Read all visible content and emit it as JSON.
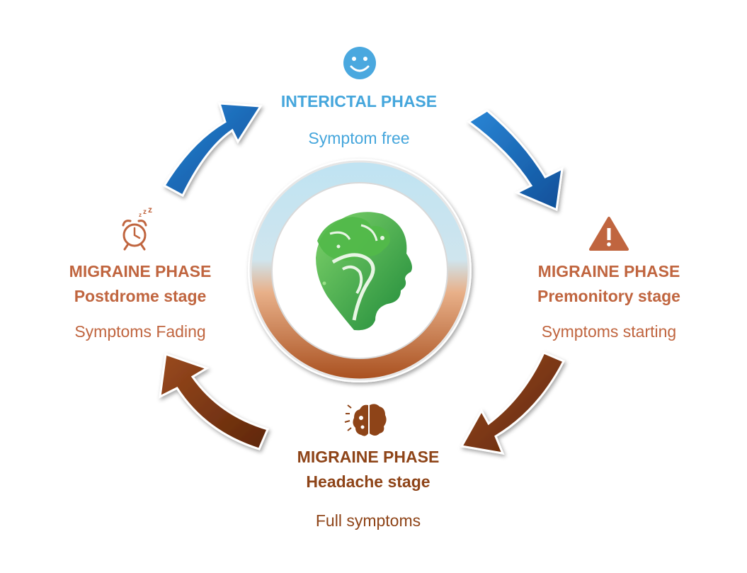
{
  "colors": {
    "interictal": "#45a6dc",
    "premonitory": "#c0653f",
    "headache": "#8e4418",
    "postdrome": "#c0653f",
    "arrow_blue": "#1a66b4",
    "arrow_brown": "#7a3512",
    "ring_top": "#a9d8ec",
    "ring_bottom": "#b25a2a",
    "head_green": "#3fae4a"
  },
  "center": {
    "icon": "brain-head-icon"
  },
  "phases": [
    {
      "id": "interictal",
      "icon": "smiley-icon",
      "title_lines": [
        "INTERICTAL PHASE"
      ],
      "description": "Symptom free"
    },
    {
      "id": "premonitory",
      "icon": "warning-icon",
      "title_lines": [
        "MIGRAINE PHASE",
        "Premonitory stage"
      ],
      "description": "Symptoms starting"
    },
    {
      "id": "headache",
      "icon": "brain-icon",
      "title_lines": [
        "MIGRAINE PHASE",
        "Headache stage"
      ],
      "description": "Full symptoms"
    },
    {
      "id": "postdrome",
      "icon": "alarm-clock-sleep-icon",
      "title_lines": [
        "MIGRAINE PHASE",
        "Postdrome stage"
      ],
      "description": "Symptoms Fading"
    }
  ]
}
